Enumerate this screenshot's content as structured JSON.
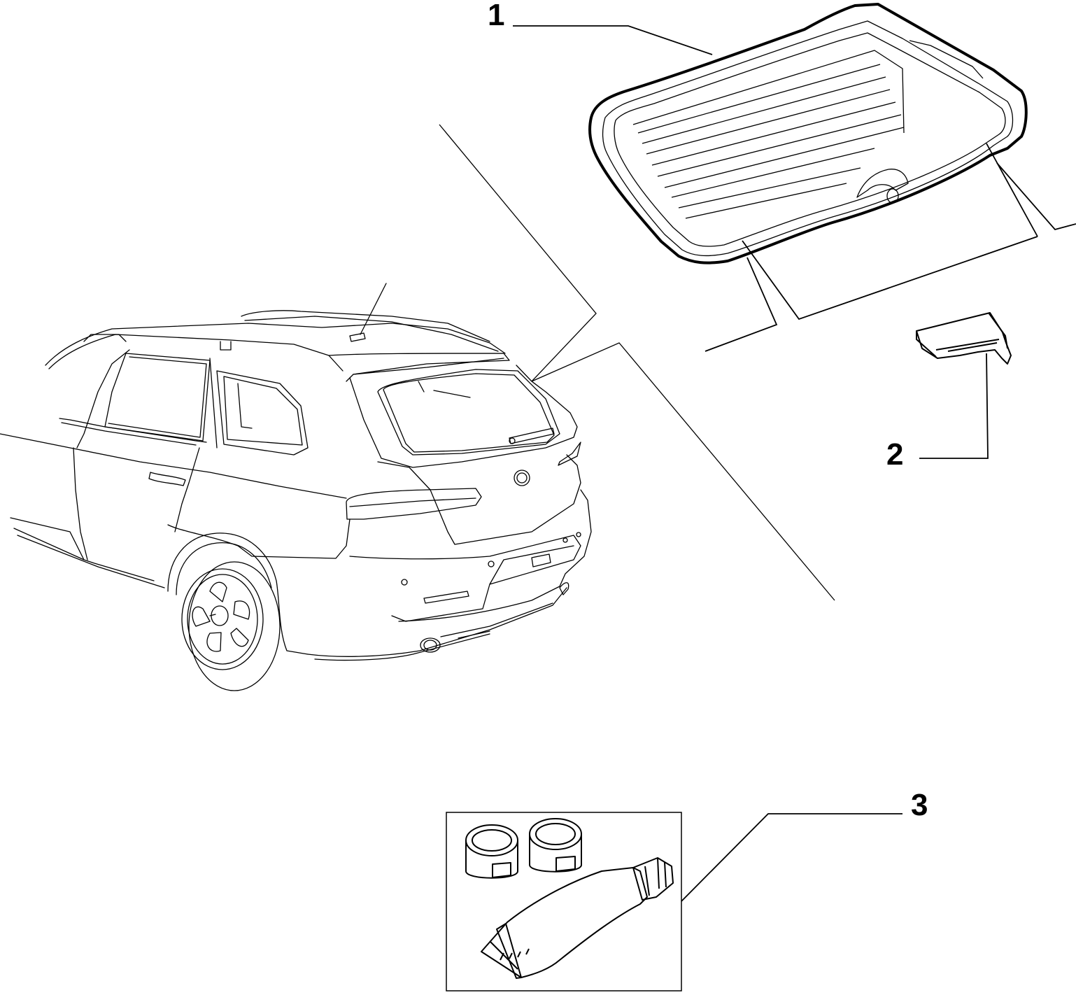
{
  "parts": [
    {
      "number": "1",
      "icon": "rear-window-glass-icon"
    },
    {
      "number": "2",
      "icon": "bracket-tab-icon"
    },
    {
      "number": "3",
      "icon": "adhesive-kit-icon"
    }
  ],
  "vehicle": {
    "icon": "station-wagon-rear-view-icon"
  },
  "colors": {
    "line": "#000000",
    "background": "#ffffff"
  }
}
